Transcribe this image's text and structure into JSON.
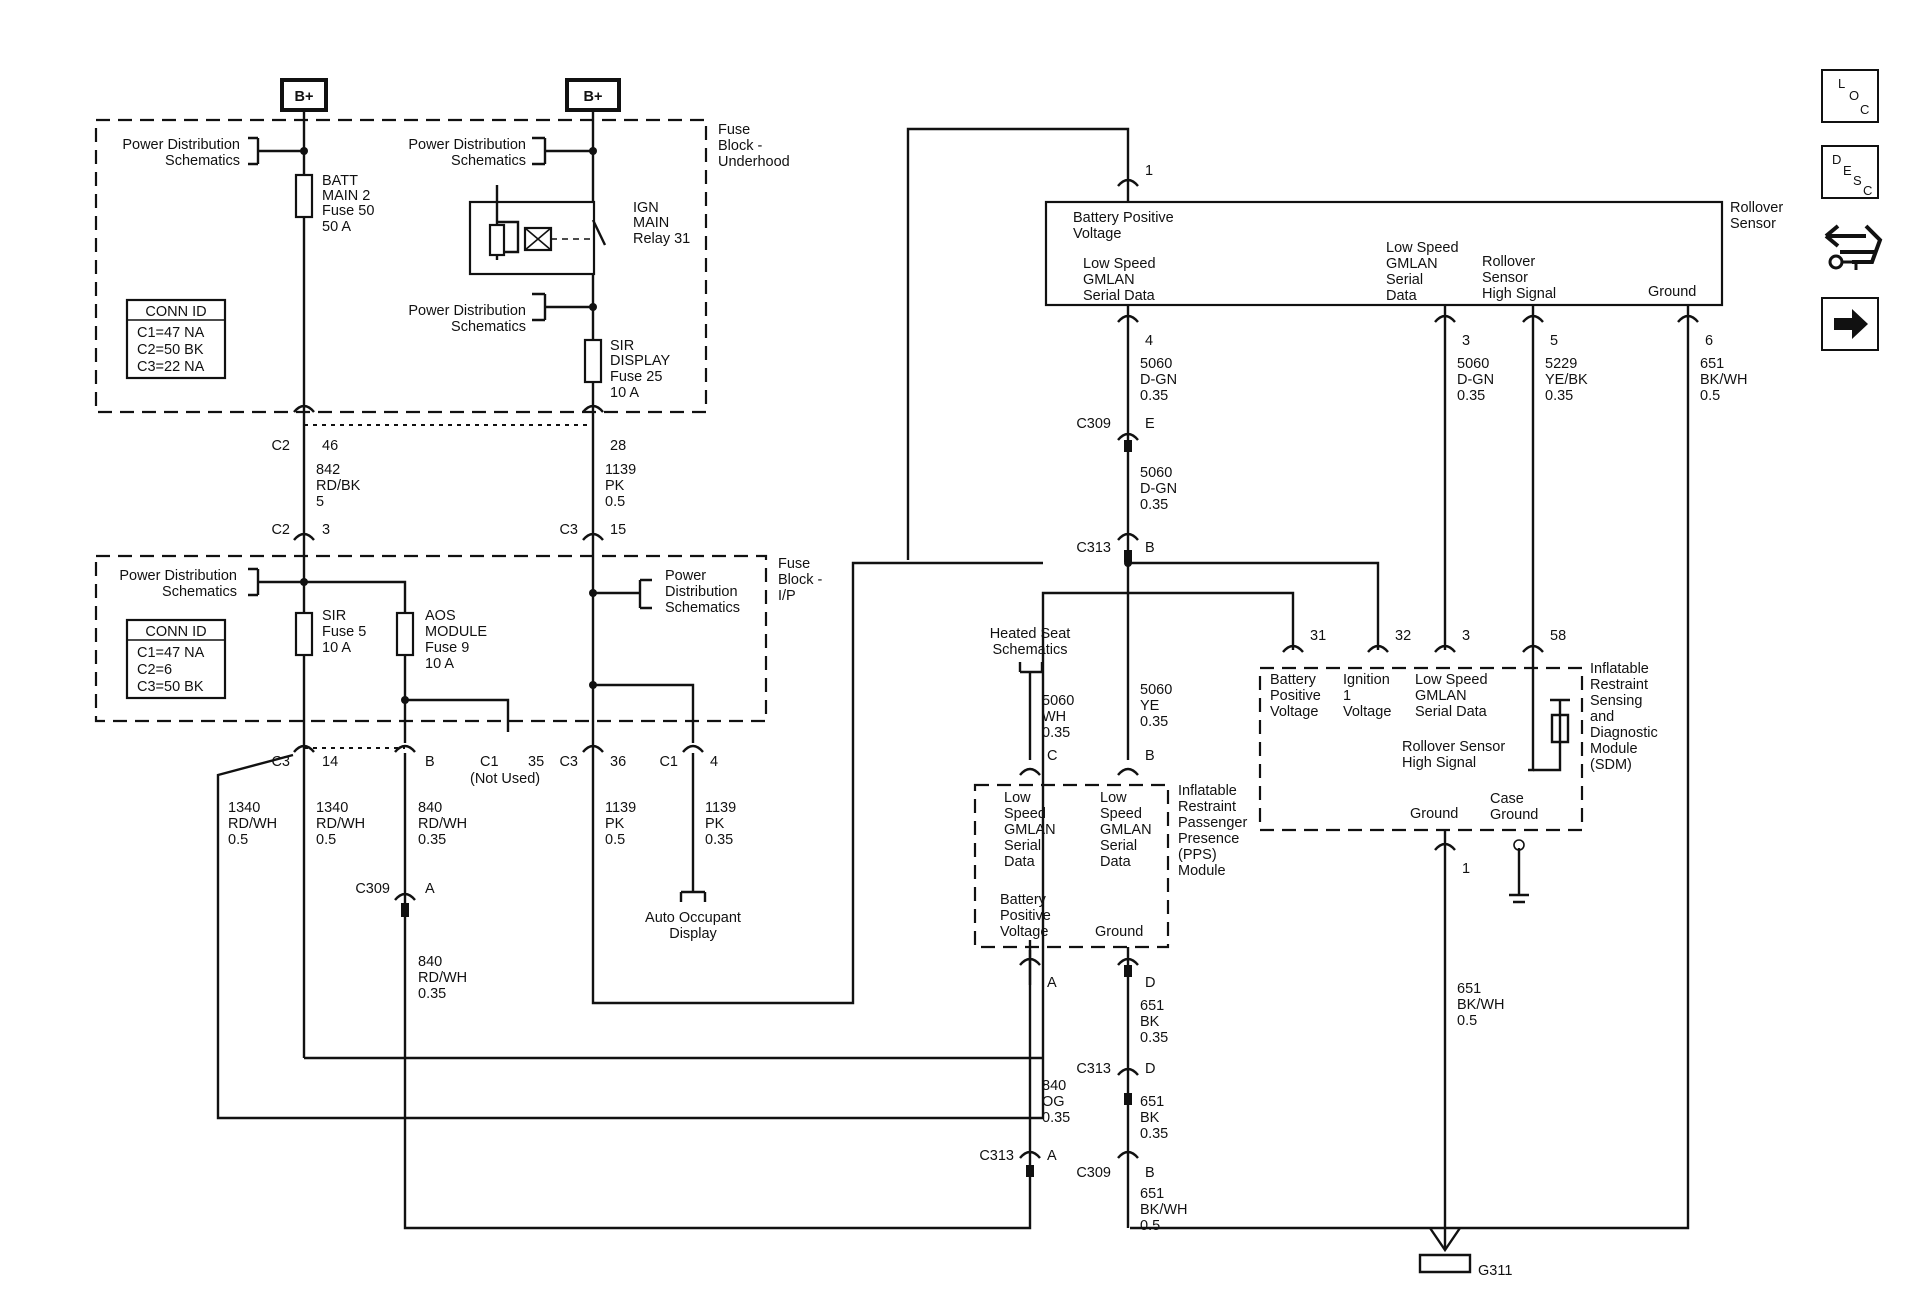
{
  "power": {
    "b1": "B+",
    "b2": "B+"
  },
  "fuse_block_underhood": {
    "title": [
      "Fuse",
      "Block -",
      "Underhood"
    ],
    "pds_left": [
      "Power Distribution",
      "Schematics"
    ],
    "pds_right1": [
      "Power Distribution",
      "Schematics"
    ],
    "pds_right2": [
      "Power Distribution",
      "Schematics"
    ],
    "batt_fuse": [
      "BATT",
      "MAIN 2",
      "Fuse 50",
      "50 A"
    ],
    "ign_relay": [
      "IGN",
      "MAIN",
      "Relay 31"
    ],
    "sir_display_fuse": [
      "SIR",
      "DISPLAY",
      "Fuse 25",
      "10 A"
    ],
    "conn_title": "CONN ID",
    "conn": [
      "C1=47 NA",
      "C2=50 BK",
      "C3=22 NA"
    ]
  },
  "fuse_block_ip": {
    "title": [
      "Fuse",
      "Block -",
      "I/P"
    ],
    "pds_left": [
      "Power Distribution",
      "Schematics"
    ],
    "pds_right": [
      "Power",
      "Distribution",
      "Schematics"
    ],
    "sir_fuse": [
      "SIR",
      "Fuse 5",
      "10 A"
    ],
    "aos_fuse": [
      "AOS",
      "MODULE",
      "Fuse 9",
      "10 A"
    ],
    "conn_title": "CONN ID",
    "conn": [
      "C1=47 NA",
      "C2=6",
      "C3=50 BK"
    ]
  },
  "connectors": {
    "c2_46": [
      "C2",
      "46"
    ],
    "c2_28": "28",
    "c2_3": [
      "C2",
      "3"
    ],
    "c3_15": [
      "C3",
      "15"
    ],
    "c3_14": [
      "C3",
      "14"
    ],
    "b_pin": "B",
    "c1_35": [
      "C1",
      "35"
    ],
    "not_used": "(Not Used)",
    "c3_36": [
      "C3",
      "36"
    ],
    "c1_4": [
      "C1",
      "4"
    ],
    "c309_a": [
      "C309",
      "A"
    ],
    "c309_e": [
      "C309",
      "E"
    ],
    "c313_b": [
      "C313",
      "B"
    ],
    "c313_d": [
      "C313",
      "D"
    ],
    "c313_a": [
      "C313",
      "A"
    ],
    "c309_b": [
      "C309",
      "B"
    ],
    "pps_c": "C",
    "pps_b": "B",
    "pps_a": "A",
    "pps_d": "D",
    "rs_1": "1",
    "rs_4": "4",
    "rs_3": "3",
    "rs_5": "5",
    "rs_6": "6",
    "sdm_31": "31",
    "sdm_32": "32",
    "sdm_3": "3",
    "sdm_58": "58",
    "sdm_1": "1"
  },
  "wires": {
    "w842": [
      "842",
      "RD/BK",
      "5"
    ],
    "w1139a": [
      "1139",
      "PK",
      "0.5"
    ],
    "w1340a": [
      "1340",
      "RD/WH",
      "0.5"
    ],
    "w1340b": [
      "1340",
      "RD/WH",
      "0.5"
    ],
    "w840a": [
      "840",
      "RD/WH",
      "0.35"
    ],
    "w840b": [
      "840",
      "RD/WH",
      "0.35"
    ],
    "w1139b": [
      "1139",
      "PK",
      "0.5"
    ],
    "w1139c": [
      "1139",
      "PK",
      "0.35"
    ],
    "w5060a": [
      "5060",
      "D-GN",
      "0.35"
    ],
    "w5060b": [
      "5060",
      "D-GN",
      "0.35"
    ],
    "w5060c": [
      "5060",
      "D-GN",
      "0.35"
    ],
    "w5229": [
      "5229",
      "YE/BK",
      "0.35"
    ],
    "w651a": [
      "651",
      "BK/WH",
      "0.5"
    ],
    "w5060wh": [
      "5060",
      "WH",
      "0.35"
    ],
    "w5060ye": [
      "5060",
      "YE",
      "0.35"
    ],
    "w651b": [
      "651",
      "BK",
      "0.35"
    ],
    "w651c": [
      "651",
      "BK",
      "0.35"
    ],
    "w651d": [
      "651",
      "BK/WH",
      "0.5"
    ],
    "w840og": [
      "840",
      "OG",
      "0.35"
    ],
    "w651e": [
      "651",
      "BK/WH",
      "0.5"
    ]
  },
  "rollover_sensor": {
    "title": [
      "Rollover",
      "Sensor"
    ],
    "bpv": [
      "Battery Positive",
      "Voltage"
    ],
    "ls1": [
      "Low Speed",
      "GMLAN",
      "Serial Data"
    ],
    "ls2": [
      "Low Speed",
      "GMLAN",
      "Serial",
      "Data"
    ],
    "hs": [
      "Rollover",
      "Sensor",
      "High Signal"
    ],
    "ground": "Ground"
  },
  "sdm": {
    "title": [
      "Inflatable",
      "Restraint",
      "Sensing",
      "and",
      "Diagnostic",
      "Module",
      "(SDM)"
    ],
    "bpv": [
      "Battery",
      "Positive",
      "Voltage"
    ],
    "ign": [
      "Ignition",
      "1",
      "Voltage"
    ],
    "ls": [
      "Low Speed",
      "GMLAN",
      "Serial Data"
    ],
    "rs_hs": [
      "Rollover Sensor",
      "High Signal"
    ],
    "ground": "Ground",
    "case_ground": [
      "Case",
      "Ground"
    ]
  },
  "pps": {
    "title": [
      "Inflatable",
      "Restraint",
      "Passenger",
      "Presence",
      "(PPS)",
      "Module"
    ],
    "ls1": [
      "Low",
      "Speed",
      "GMLAN",
      "Serial",
      "Data"
    ],
    "ls2": [
      "Low",
      "Speed",
      "GMLAN",
      "Serial",
      "Data"
    ],
    "bpv": [
      "Battery",
      "Positive",
      "Voltage"
    ],
    "ground": "Ground"
  },
  "misc": {
    "heated_seat": [
      "Heated Seat",
      "Schematics"
    ],
    "aod": [
      "Auto Occupant",
      "Display"
    ],
    "g311": "G311"
  },
  "nav": {
    "loc": [
      "L",
      "O",
      "C"
    ],
    "desc": [
      "D",
      "E",
      "S",
      "C"
    ]
  }
}
